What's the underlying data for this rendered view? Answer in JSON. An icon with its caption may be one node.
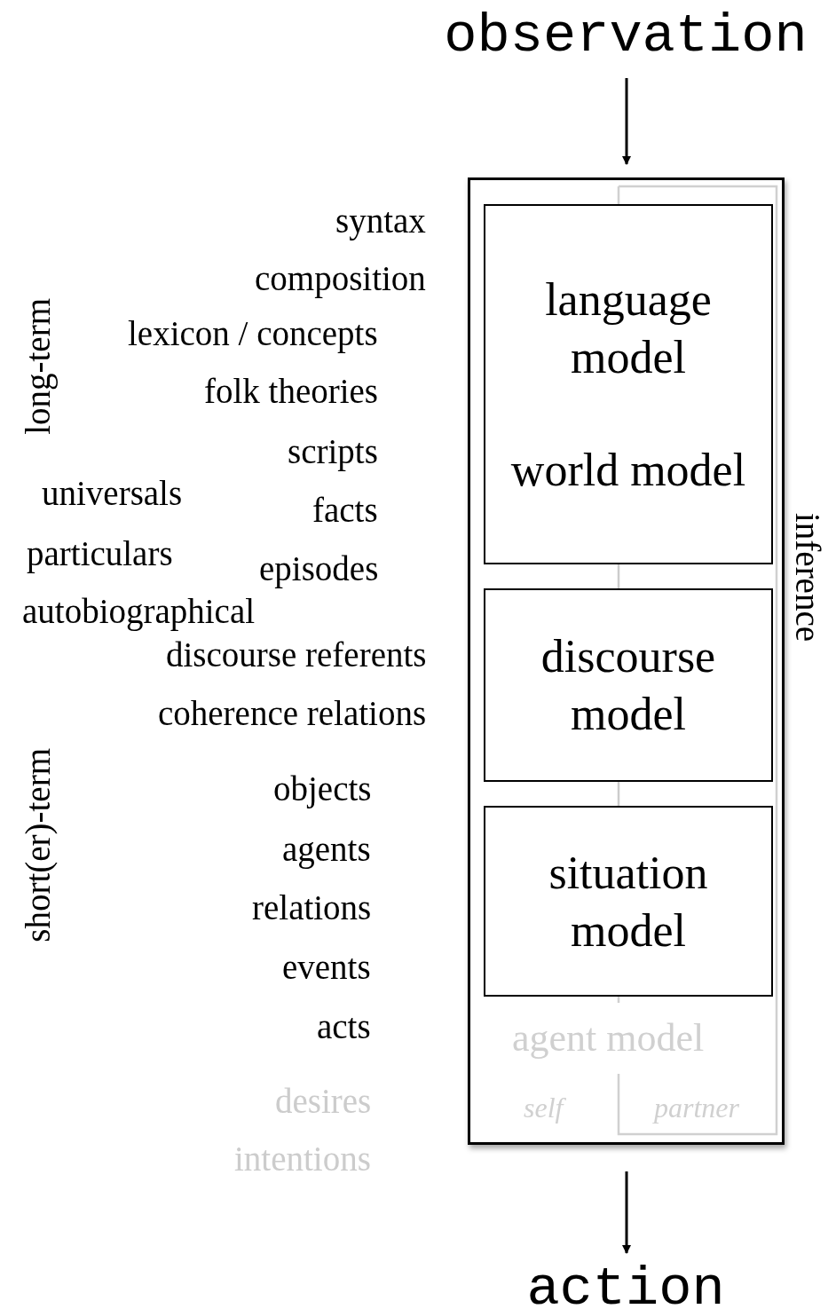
{
  "diagram": {
    "nodes": [
      {
        "text": [
          "observation"
        ]
      },
      {
        "text": [],
        "shape": "box"
      },
      {
        "text": [
          "language model",
          "world model"
        ],
        "in": 1
      },
      {
        "text": [
          "discourse model"
        ],
        "in": 1
      },
      {
        "text": [
          "situation model"
        ],
        "in": 1
      },
      {
        "text": [
          "action"
        ]
      }
    ],
    "edges": [
      {
        "from": 0,
        "to": 1,
        "arrow": "to"
      },
      {
        "from": 2,
        "to": 3,
        "arrow": "none",
        "color": "#cccccc"
      },
      {
        "from": 3,
        "to": 4,
        "arrow": "none",
        "color": "#cccccc"
      },
      {
        "from": 1,
        "to": 5,
        "arrow": "to"
      }
    ],
    "labels": [
      "syntax",
      "composition",
      "long-term",
      "lexicon / concepts",
      "folk theories",
      "scripts",
      "universals",
      "facts",
      "particulars",
      "episodes",
      "autobiographical",
      "discourse referents",
      "coherence relations",
      "short(er)-term",
      "objects",
      "agents",
      "relations",
      "events",
      "acts",
      "desires",
      "intentions",
      "inference",
      "agent model",
      "self",
      "partner"
    ]
  }
}
